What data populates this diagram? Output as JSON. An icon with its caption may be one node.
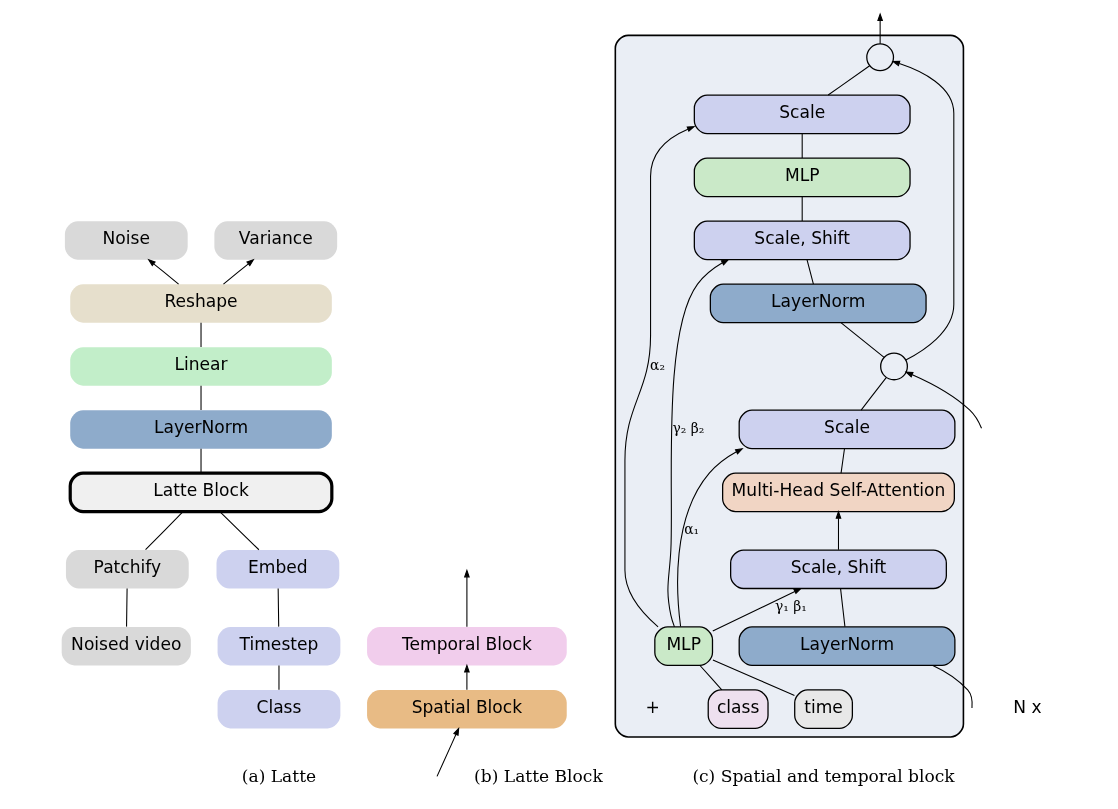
{
  "diagram": {
    "nodes": [
      {
        "text": [
          "Noise"
        ]
      },
      {
        "text": [
          "Variance"
        ]
      },
      {
        "text": [
          "Reshape"
        ]
      },
      {
        "text": [
          "Linear"
        ]
      },
      {
        "text": [
          "LayerNorm"
        ]
      },
      {
        "text": [
          "Latte Block"
        ]
      },
      {
        "text": [
          "Patchify"
        ]
      },
      {
        "text": [
          "Embed"
        ]
      },
      {
        "text": [
          "Noised video"
        ]
      },
      {
        "text": [
          "Timestep"
        ]
      },
      {
        "text": [
          "Class"
        ]
      },
      {
        "text": [
          "Temporal Block"
        ]
      },
      {
        "text": [
          "Spatial Block"
        ]
      },
      {
        "text": [],
        "shape": "box"
      },
      {
        "text": [],
        "shape": "circle",
        "in": 13
      },
      {
        "text": [
          "Scale"
        ],
        "in": 13
      },
      {
        "text": [
          "MLP"
        ],
        "in": 13
      },
      {
        "text": [
          "Scale, Shift"
        ],
        "in": 13
      },
      {
        "text": [
          "LayerNorm"
        ],
        "in": 13
      },
      {
        "text": [],
        "shape": "circle",
        "in": 13
      },
      {
        "text": [
          "Scale"
        ],
        "in": 13
      },
      {
        "text": [
          "Multi-Head Self-Attention"
        ],
        "in": 13
      },
      {
        "text": [
          "Scale, Shift"
        ],
        "in": 13
      },
      {
        "text": [
          "LayerNorm"
        ],
        "in": 13
      },
      {
        "text": [
          "MLP"
        ],
        "in": 13
      },
      {
        "text": [
          "time"
        ],
        "in": 13
      },
      {
        "text": [
          "class"
        ],
        "in": 13
      }
    ],
    "edges": [
      {
        "from": 2,
        "to": 0,
        "arrow": "to"
      },
      {
        "from": 2,
        "to": 1,
        "arrow": "to"
      },
      {
        "from": 3,
        "to": 2,
        "arrow": "none"
      },
      {
        "from": 4,
        "to": 3,
        "arrow": "none"
      },
      {
        "from": 5,
        "to": 4,
        "arrow": "none"
      },
      {
        "from": 6,
        "to": 5,
        "arrow": "none"
      },
      {
        "from": 7,
        "to": 5,
        "arrow": "none"
      },
      {
        "from": 8,
        "to": 6,
        "arrow": "none"
      },
      {
        "from": 9,
        "to": 7,
        "arrow": "none"
      },
      {
        "from": 10,
        "to": 9,
        "arrow": "none"
      },
      {
        "from": null,
        "to": 12,
        "arrow": "to"
      },
      {
        "from": 12,
        "to": 11,
        "arrow": "to"
      },
      {
        "from": 11,
        "to": null,
        "arrow": "to"
      },
      {
        "from": 14,
        "to": null,
        "arrow": "to"
      },
      {
        "from": 15,
        "to": 14,
        "arrow": "none"
      },
      {
        "from": 16,
        "to": 15,
        "arrow": "none"
      },
      {
        "from": 17,
        "to": 16,
        "arrow": "none"
      },
      {
        "from": 18,
        "to": 17,
        "arrow": "none"
      },
      {
        "from": 19,
        "to": 18,
        "arrow": "none"
      },
      {
        "from": 19,
        "to": 14,
        "arrow": "to"
      },
      {
        "from": 20,
        "to": 19,
        "arrow": "none"
      },
      {
        "from": 21,
        "to": 20,
        "arrow": "none"
      },
      {
        "from": 22,
        "to": 21,
        "arrow": "to"
      },
      {
        "from": 23,
        "to": 22,
        "arrow": "none"
      },
      {
        "from": null,
        "to": 23,
        "arrow": "none"
      },
      {
        "from": null,
        "to": 19,
        "arrow": "to"
      },
      {
        "from": 24,
        "to": 22,
        "arrow": "to",
        "label": "γ₁ β₁"
      },
      {
        "from": 24,
        "to": 20,
        "arrow": "to",
        "label": "α₁"
      },
      {
        "from": 24,
        "to": 17,
        "arrow": "to",
        "label": "γ₂ β₂"
      },
      {
        "from": 24,
        "to": 15,
        "arrow": "to",
        "label": "α₂"
      },
      {
        "from": 25,
        "to": 24,
        "arrow": "none"
      },
      {
        "from": 26,
        "to": 24,
        "arrow": "none"
      }
    ],
    "labels": [
      "N x",
      "+",
      "(a) Latte",
      "(b) Latte Block",
      "(c) Spatial and temporal block"
    ]
  }
}
